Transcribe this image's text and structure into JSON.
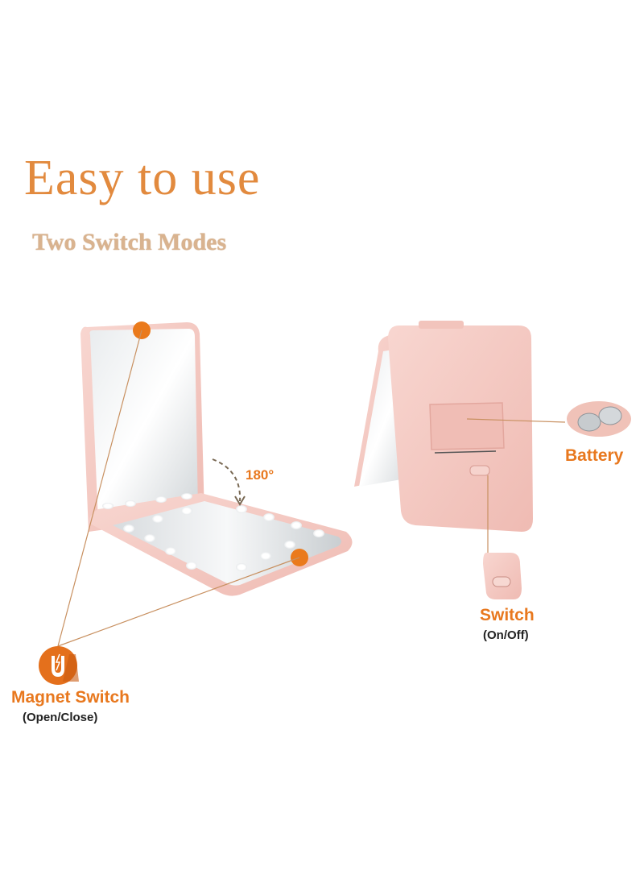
{
  "header": {
    "title": "Easy to use",
    "subtitle": "Two Switch Modes"
  },
  "callouts": {
    "angle": "180°",
    "battery": "Battery",
    "switch_label": "Switch",
    "switch_sub": "(On/Off)",
    "magnet_label": "Magnet Switch",
    "magnet_sub": "(Open/Close)"
  },
  "icons": {
    "magnet": "magnet-icon"
  },
  "colors": {
    "accent": "#e8781e",
    "title": "#e28a3e",
    "subtitle": "#d9b38f",
    "mirror_body": "#f4c7c0"
  }
}
